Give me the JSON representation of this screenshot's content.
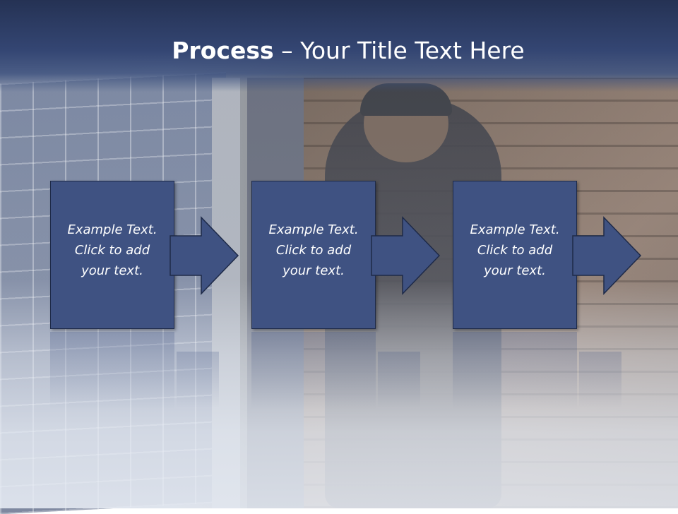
{
  "slide": {
    "title_bold": "Process",
    "title_rest": " – Your Title Text Here"
  },
  "steps": [
    {
      "line1": "Example Text.",
      "line2": "Click  to add",
      "line3": "your text."
    },
    {
      "line1": "Example Text.",
      "line2": "Click  to add",
      "line3": "your text."
    },
    {
      "line1": "Example Text.",
      "line2": "Click  to add",
      "line3": "your text."
    }
  ],
  "colors": {
    "header": "#344673",
    "box_fill": "#3f5282",
    "box_border": "#1e2a48",
    "text": "#ffffff"
  },
  "icons": [
    "right-arrow-icon"
  ]
}
